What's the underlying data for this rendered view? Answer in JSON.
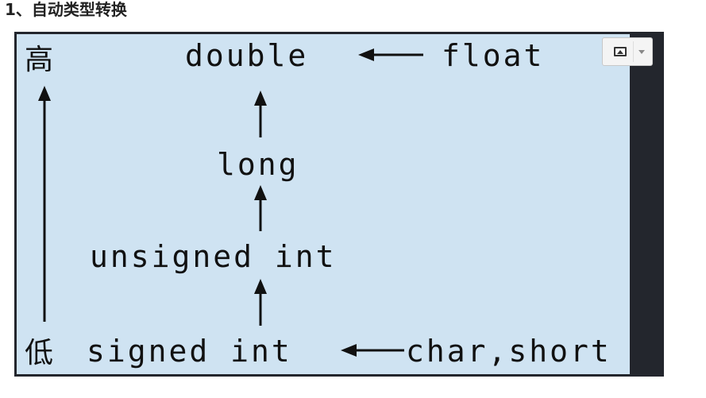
{
  "heading": "1、自动类型转换",
  "diagram": {
    "high_label": "高",
    "low_label": "低",
    "nodes": {
      "double": "double",
      "float": "float",
      "long": "long",
      "unsigned_int": "unsigned int",
      "signed_int": "signed int",
      "char_short": "char,short"
    }
  },
  "toolbar": {
    "image_button_icon": "image-icon",
    "dropdown_icon": "caret-down-icon"
  }
}
